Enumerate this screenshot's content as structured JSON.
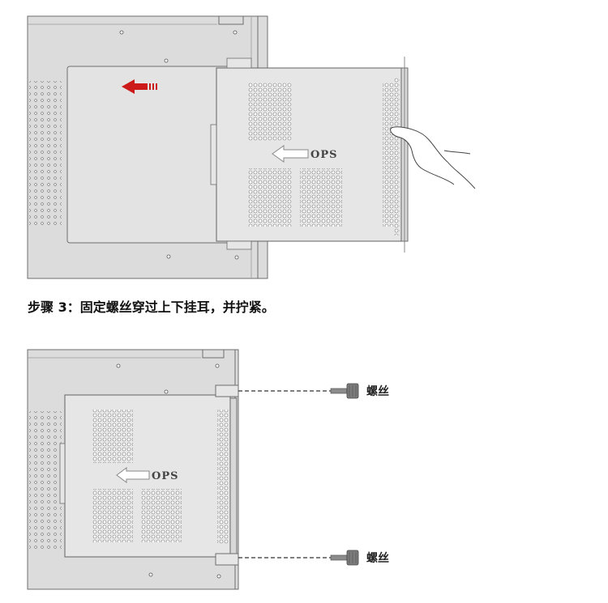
{
  "step": {
    "text": "步骤 3：固定螺丝穿过上下挂耳，并拧紧。"
  },
  "ops_label": "OPS",
  "screw_label_top": "螺丝",
  "screw_label_bottom": "螺丝",
  "colors": {
    "body": "#dcdcdc",
    "panel": "#e6e6e6",
    "outline": "#6e6e6e",
    "arrow_red": "#cc1a1a",
    "arrow_white": "#ffffff",
    "screw": "#7c7c7c"
  },
  "icons": {
    "insert_direction": "red-arrow-left-icon",
    "ops_direction": "white-arrow-left-icon",
    "hand": "hand-icon",
    "screw": "screw-icon"
  }
}
